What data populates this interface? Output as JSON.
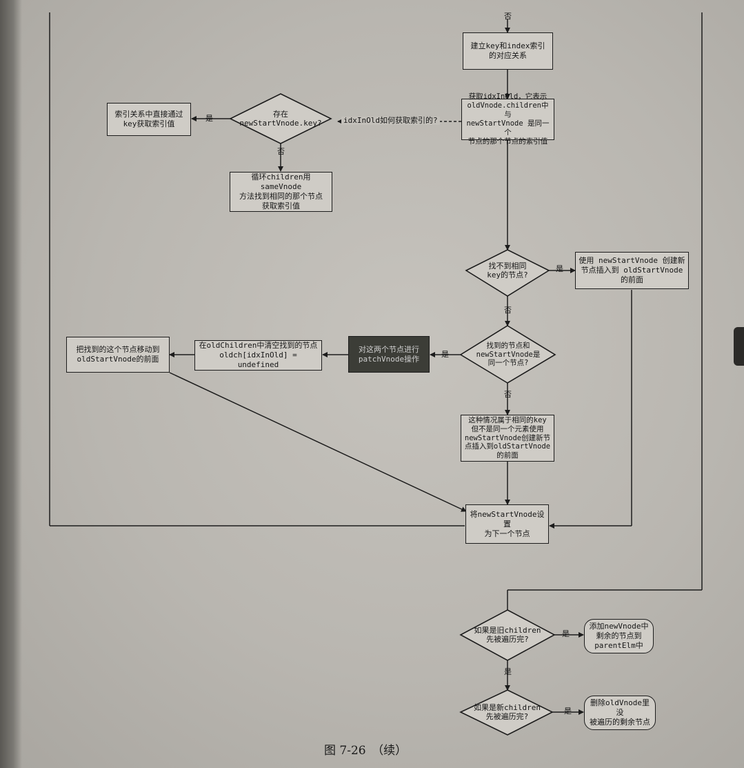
{
  "nodes": {
    "build_map": "建立key和index索引\n的对应关系",
    "get_idx": "获取idxInOld，它表示\noldVnode.children中与\nnewStartVnode 是同一个\n节点的那个节点的索引值",
    "has_key_q": "存在\nnewStartVnode.key?",
    "index_by_key": "索引关系中直接通过\nkey获取索引值",
    "loop_same": "循环children用sameVnode\n方法找到相同的那个节点\n获取索引值",
    "not_found_q": "找不到相同\nkey的节点?",
    "create_insert": "使用 newStartVnode 创建新\n节点插入到 oldStartVnode\n的前面",
    "same_q": "找到的节点和\nnewStartVnode是\n同一个节点?",
    "patch": "对这两个节点进行\npatchVnode操作",
    "clear_old": "在oldChildren中清空找到的节点\noldch[idxInOld] = undefined",
    "move_front": "把找到的这个节点移动到\noldStartVnode的前面",
    "same_key_diff": "这种情况属于相同的key\n但不是同一个元素使用\nnewStartVnode创建新节\n点插入到oldStartVnode\n的前面",
    "next": "将newStartVnode设置\n为下一个节点",
    "old_done_q": "如果是旧children\n先被遍历完?",
    "add_remaining": "添加newVnode中\n剩余的节点到\nparentElm中",
    "new_done_q": "如果是新children\n先被遍历完?",
    "remove_remaining": "删除oldVnode里没\n被遍历的剩余节点"
  },
  "edge_labels": {
    "top_no": "否",
    "how_get_index": "idxInOld如何获取索引的?",
    "has_key_yes": "是",
    "has_key_no": "否",
    "not_found_yes": "是",
    "not_found_no": "否",
    "same_yes": "是",
    "same_no": "否",
    "old_done_yes": "是",
    "old_done_no": "是",
    "new_done_yes": "是"
  },
  "caption": "图 7-26　（续）"
}
